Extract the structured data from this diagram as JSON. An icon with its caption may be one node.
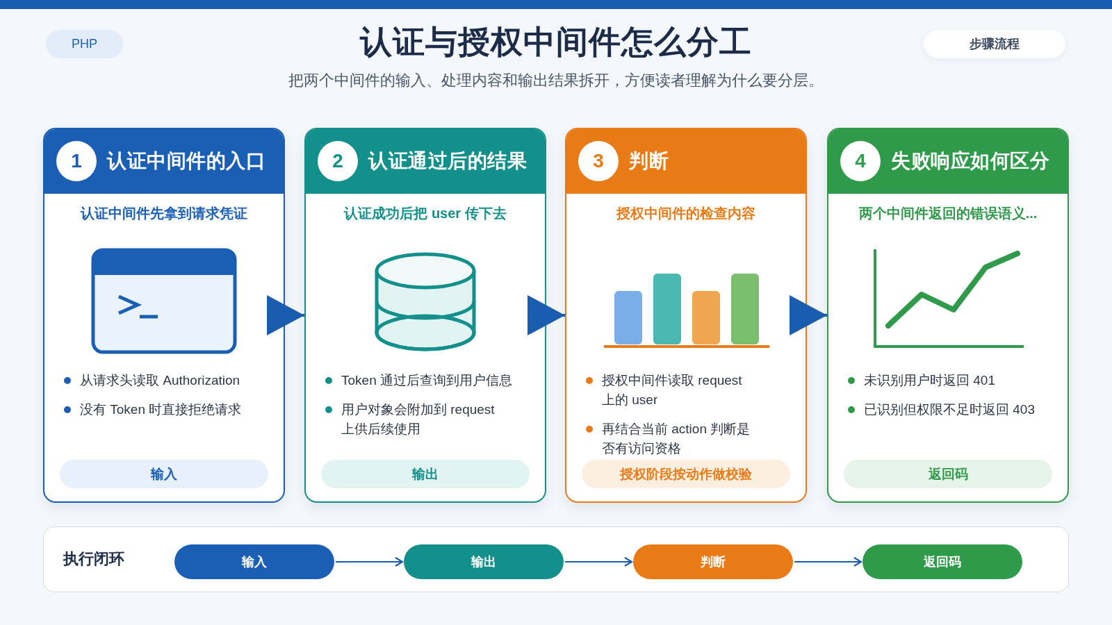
{
  "diagram": {
    "title": "认证与授权中间件怎么分工",
    "nodes": [
      {
        "text": [
          "PHP"
        ]
      },
      {
        "text": [
          "步骤流程"
        ]
      },
      {
        "text": [
          "认证中间件的入口",
          "认证中间件先拿到请求凭证",
          "从请求头读取 Authorization",
          "没有 Token 时直接拒绝请求"
        ]
      },
      {
        "text": [
          "1"
        ],
        "in": 2
      },
      {
        "text": [
          "输入"
        ],
        "in": 2
      },
      {
        "text": [
          "认证通过后的结果",
          "认证成功后把 user 传下去",
          "Token 通过后查询到用户信息",
          "用户对象会附加到 request 上供后续使用"
        ]
      },
      {
        "text": [
          "2"
        ],
        "in": 5
      },
      {
        "text": [
          "输出"
        ],
        "in": 5
      },
      {
        "text": [
          "判断",
          "授权中间件的检查内容",
          "授权中间件读取 request 上的 user",
          "再结合当前 action 判断是否有访问资格"
        ]
      },
      {
        "text": [
          "3"
        ],
        "in": 8
      },
      {
        "text": [
          "授权阶段按动作做校验"
        ],
        "in": 8
      },
      {
        "text": [
          "失败响应如何区分",
          "两个中间件返回的错误语义...",
          "未识别用户时返回 401",
          "已识别但权限不足时返回 403"
        ]
      },
      {
        "text": [
          "4"
        ],
        "in": 11
      },
      {
        "text": [
          "返回码"
        ],
        "in": 11
      },
      {
        "text": [
          "执行闭环"
        ]
      },
      {
        "text": [
          "输入"
        ],
        "in": 14
      },
      {
        "text": [
          "输出"
        ],
        "in": 14
      },
      {
        "text": [
          "判断"
        ],
        "in": 14
      },
      {
        "text": [
          "返回码"
        ],
        "in": 14
      }
    ],
    "edges": [
      {
        "from": 2,
        "to": 5,
        "arrow": "to"
      },
      {
        "from": 5,
        "to": 8,
        "arrow": "to"
      },
      {
        "from": 8,
        "to": 11,
        "arrow": "to"
      },
      {
        "from": 15,
        "to": 16,
        "arrow": "to"
      },
      {
        "from": 16,
        "to": 17,
        "arrow": "to"
      },
      {
        "from": 17,
        "to": 18,
        "arrow": "to"
      }
    ],
    "labels": [
      "把两个中间件的输入、处理内容和输出结果拆开，方便读者理解为什么要分层。"
    ]
  }
}
